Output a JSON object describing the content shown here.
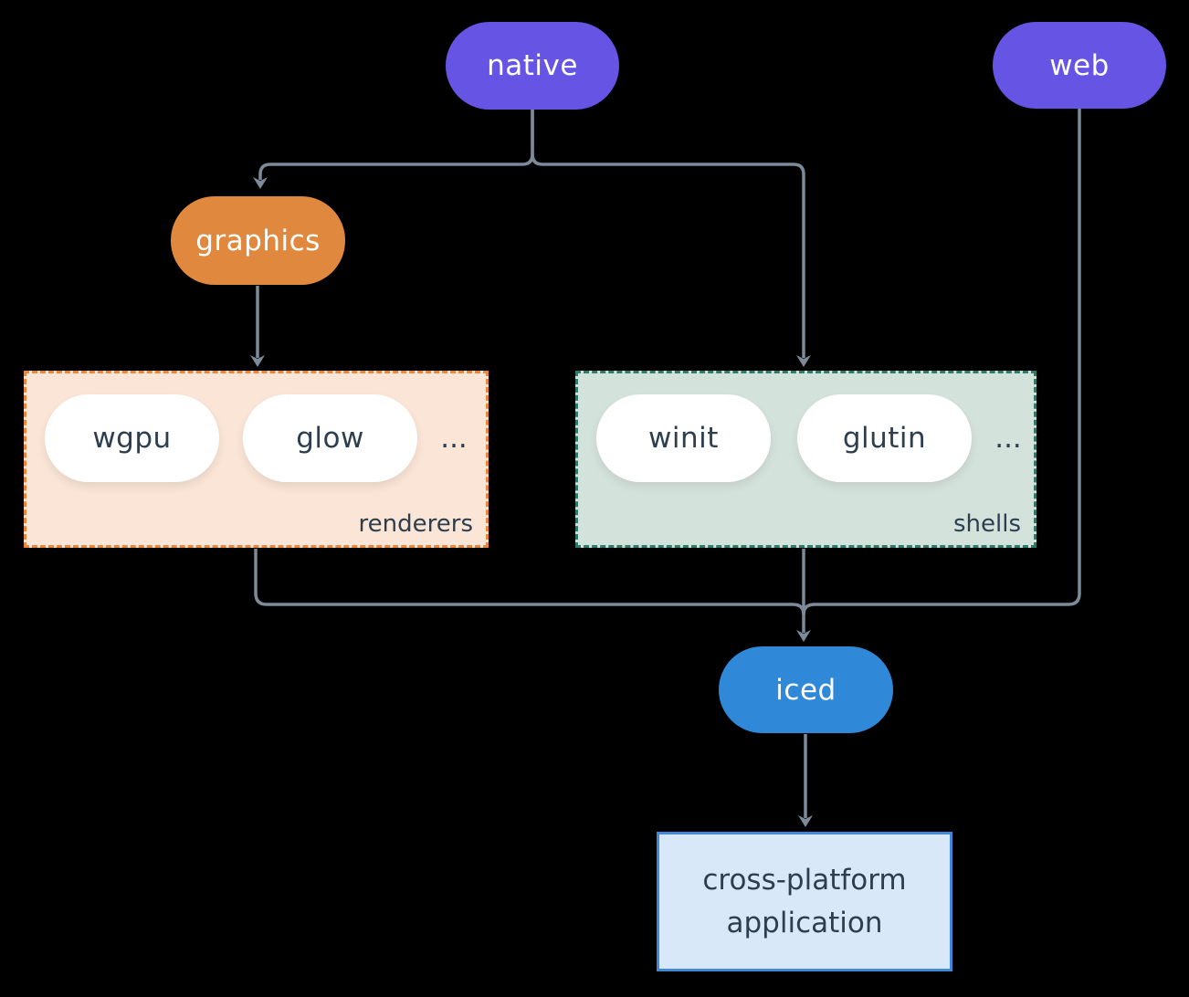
{
  "diagram": {
    "nodes": {
      "native": {
        "label": "native"
      },
      "web": {
        "label": "web"
      },
      "graphics": {
        "label": "graphics"
      },
      "iced": {
        "label": "iced"
      },
      "app": {
        "label": "cross-platform application"
      }
    },
    "groups": {
      "renderers": {
        "label": "renderers",
        "items": [
          {
            "label": "wgpu"
          },
          {
            "label": "glow"
          }
        ],
        "ellipsis": "..."
      },
      "shells": {
        "label": "shells",
        "items": [
          {
            "label": "winit"
          },
          {
            "label": "glutin"
          }
        ],
        "ellipsis": "..."
      }
    },
    "edges": [
      {
        "from": "native",
        "to": "graphics"
      },
      {
        "from": "native",
        "to": "shells"
      },
      {
        "from": "graphics",
        "to": "renderers"
      },
      {
        "from": "renderers",
        "to": "iced"
      },
      {
        "from": "shells",
        "to": "iced"
      },
      {
        "from": "web",
        "to": "iced"
      },
      {
        "from": "iced",
        "to": "app"
      }
    ]
  },
  "colors": {
    "background": "#000000",
    "purple": "#6655e5",
    "orange": "#e0883d",
    "blue": "#2f88d8",
    "renderers_fill": "#fae5d6",
    "renderers_border": "#e8863c",
    "shells_fill": "#d4e2dc",
    "shells_border": "#2f7a6a",
    "app_fill": "#d8e8f8",
    "app_border": "#4089d9",
    "edge": "#7c8b99",
    "text_dark": "#2d3e4e",
    "text_light": "#ffffff",
    "node_fill": "#ffffff"
  }
}
